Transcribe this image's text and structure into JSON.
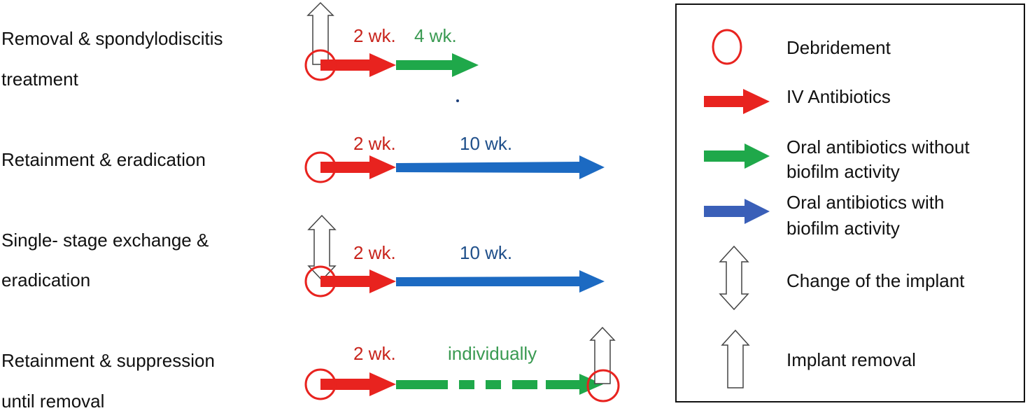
{
  "colors": {
    "red": "#e8231f",
    "green": "#1fa84a",
    "blue": "#1c6ac2",
    "legend_blue": "#3a5fb8",
    "label_red": "#c8241c",
    "label_green": "#3a9a52",
    "label_blue": "#1f4f8a"
  },
  "rows": [
    {
      "label_lines": [
        "Removal & spondylodiscitis",
        "treatment"
      ],
      "durations": [
        {
          "text": "2 wk.",
          "color": "red"
        },
        {
          "text": "4 wk.",
          "color": "green"
        }
      ],
      "implant_symbol": "implant-removal-icon"
    },
    {
      "label_lines": [
        "Retainment & eradication"
      ],
      "durations": [
        {
          "text": "2 wk.",
          "color": "red"
        },
        {
          "text": "10 wk.",
          "color": "blue"
        }
      ],
      "implant_symbol": ""
    },
    {
      "label_lines": [
        "Single- stage exchange &",
        "eradication"
      ],
      "durations": [
        {
          "text": "2 wk.",
          "color": "red"
        },
        {
          "text": "10 wk.",
          "color": "blue"
        }
      ],
      "implant_symbol": "change-of-implant-icon"
    },
    {
      "label_lines": [
        "Retainment & suppression",
        "until removal"
      ],
      "durations": [
        {
          "text": "2 wk.",
          "color": "red"
        },
        {
          "text": "individually",
          "color": "green"
        }
      ],
      "implant_symbol": "implant-removal-icon"
    }
  ],
  "legend": {
    "items": [
      {
        "icon": "debridement-circle-icon",
        "lines": [
          "Debridement"
        ]
      },
      {
        "icon": "red-arrow-icon",
        "lines": [
          "IV Antibiotics"
        ]
      },
      {
        "icon": "green-arrow-icon",
        "lines": [
          "Oral antibiotics without",
          "biofilm activity"
        ]
      },
      {
        "icon": "blue-arrow-icon",
        "lines": [
          "Oral antibiotics with",
          "biofilm activity"
        ]
      },
      {
        "icon": "double-arrow-icon",
        "lines": [
          "Change of the implant"
        ]
      },
      {
        "icon": "up-arrow-icon",
        "lines": [
          "Implant removal"
        ]
      }
    ]
  }
}
